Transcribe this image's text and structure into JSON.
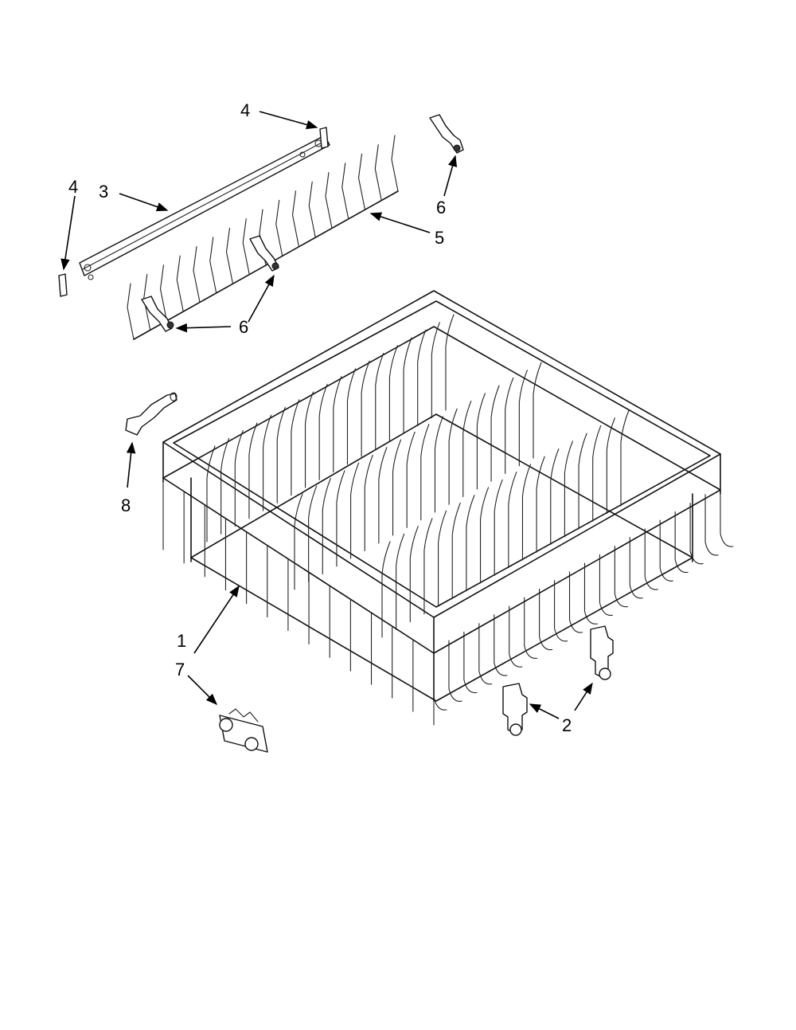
{
  "callouts": [
    {
      "id": "c4a",
      "label": "4"
    },
    {
      "id": "c3",
      "label": "3"
    },
    {
      "id": "c4b",
      "label": "4"
    },
    {
      "id": "c6a",
      "label": "6"
    },
    {
      "id": "c5",
      "label": "5"
    },
    {
      "id": "c6b",
      "label": "6"
    },
    {
      "id": "c8",
      "label": "8"
    },
    {
      "id": "c1",
      "label": "1"
    },
    {
      "id": "c7",
      "label": "7"
    },
    {
      "id": "c2",
      "label": "2"
    }
  ]
}
